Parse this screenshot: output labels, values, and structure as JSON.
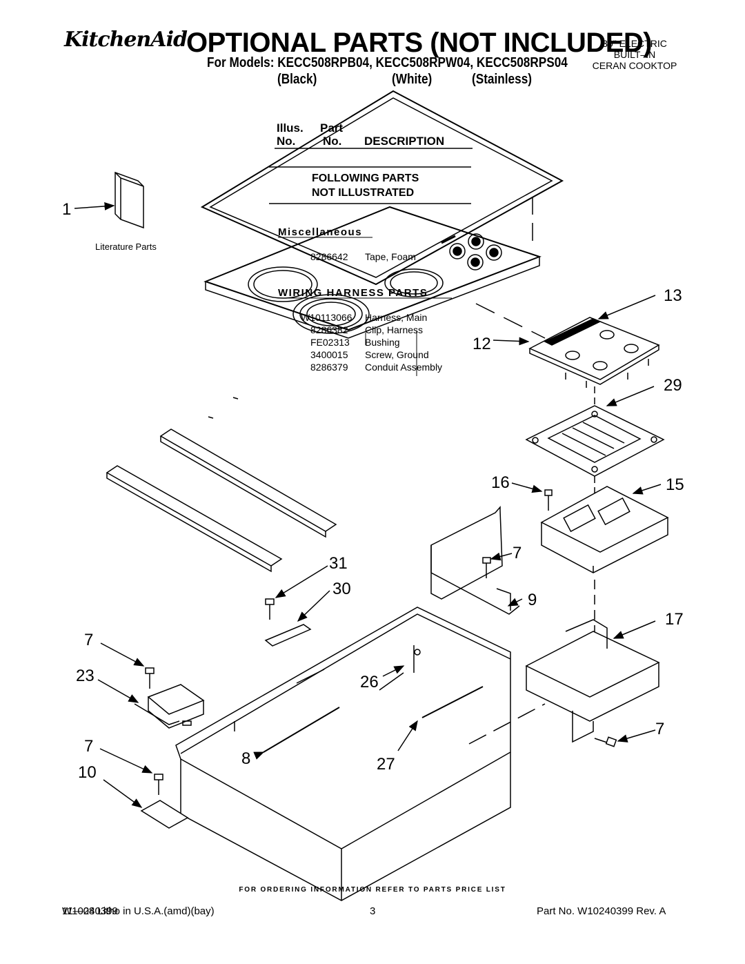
{
  "header": {
    "brand": "KitchenAid",
    "title": "OPTIONAL PARTS (NOT INCLUDED)",
    "models": "For Models: KECC508RPB04, KECC508RPW04, KECC508RPS04",
    "finishes": [
      "(Black)",
      "(White)",
      "(Stainless)"
    ],
    "spec_lines": [
      "30\" ELECTRIC",
      "BUILT–IN",
      "CERAN COOKTOP"
    ]
  },
  "parts_table": {
    "col1_header": [
      "Illus.",
      "No."
    ],
    "col2_header": [
      "Part",
      "No."
    ],
    "col3_header": "DESCRIPTION",
    "following_title": [
      "FOLLOWING PARTS",
      "NOT ILLUSTRATED"
    ],
    "sections": [
      {
        "title": "Miscellaneous",
        "items": [
          {
            "part": "8286642",
            "desc": "Tape, Foam"
          }
        ]
      },
      {
        "title": "WIRING HARNESS PARTS",
        "items": [
          {
            "part": "W10113066",
            "desc": "Harness, Main"
          },
          {
            "part": "8286382",
            "desc": "Clip, Harness"
          },
          {
            "part": "FE02313",
            "desc": "Bushing"
          },
          {
            "part": "3400015",
            "desc": "Screw, Ground"
          },
          {
            "part": "8286379",
            "desc": "Conduit Assembly"
          }
        ]
      }
    ]
  },
  "literature_label": "Literature Parts",
  "callouts": [
    "1",
    "13",
    "12",
    "29",
    "16",
    "15",
    "7",
    "9",
    "31",
    "30",
    "17",
    "7",
    "23",
    "26",
    "7",
    "8",
    "27",
    "7",
    "10"
  ],
  "footer": {
    "ordering_note": "FOR ORDERING INFORMATION REFER TO PARTS PRICE LIST",
    "left": "W10240399",
    "left_overprint": "11—08 Litho in U.S.A.(amd)(bay)",
    "page": "3",
    "right": "Part No. W10240399 Rev. A"
  }
}
